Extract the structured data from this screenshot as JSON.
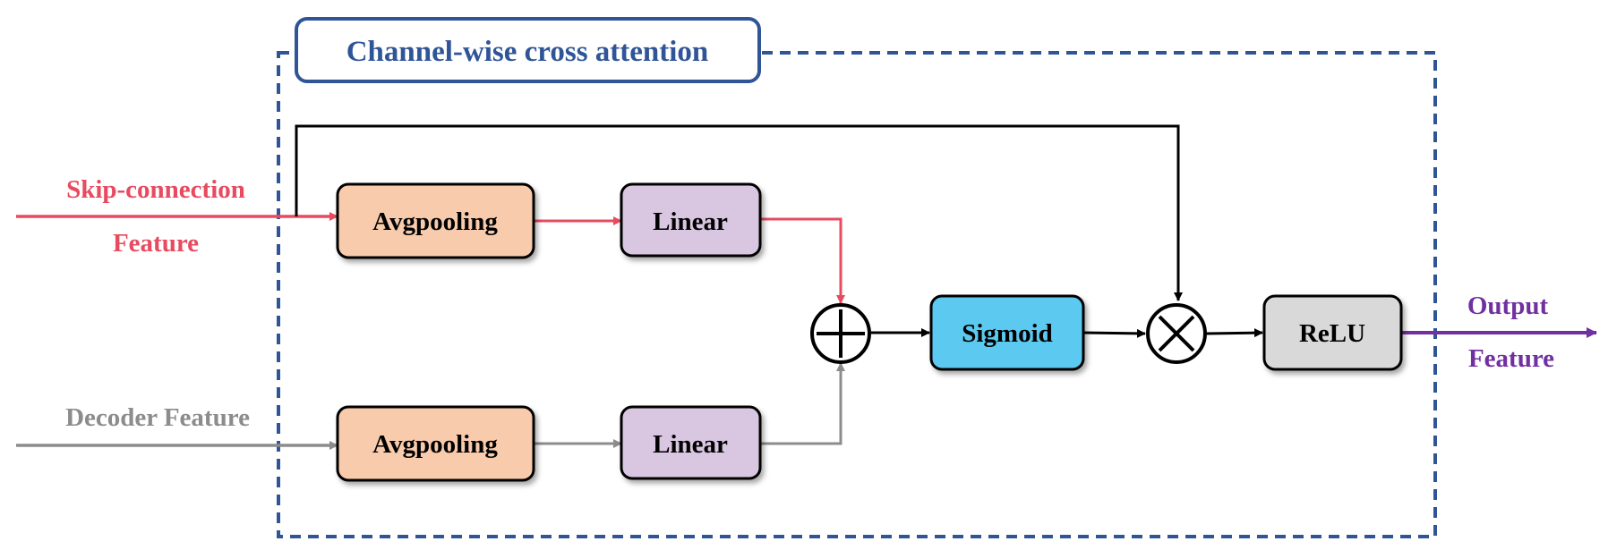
{
  "title": "Channel-wise cross attention",
  "inputs": {
    "skip_line1": "Skip-connection",
    "skip_line2": "Feature",
    "decoder": "Decoder Feature"
  },
  "output": {
    "line1": "Output",
    "line2": "Feature"
  },
  "blocks": {
    "avgpool_top": "Avgpooling",
    "linear_top": "Linear",
    "avgpool_bottom": "Avgpooling",
    "linear_bottom": "Linear",
    "sigmoid": "Sigmoid",
    "relu": "ReLU"
  },
  "operators": {
    "add": "element-wise-add-icon",
    "multiply": "element-wise-multiply-icon"
  },
  "colors": {
    "frame": "#2f5597",
    "skip": "#e84a5f",
    "decoder": "#8c8c8c",
    "output": "#7030a0",
    "avgpool_fill": "#f8cbad",
    "linear_fill": "#d9c6e0",
    "sigmoid_fill": "#5bc9f0",
    "relu_fill": "#d9d9d9"
  }
}
